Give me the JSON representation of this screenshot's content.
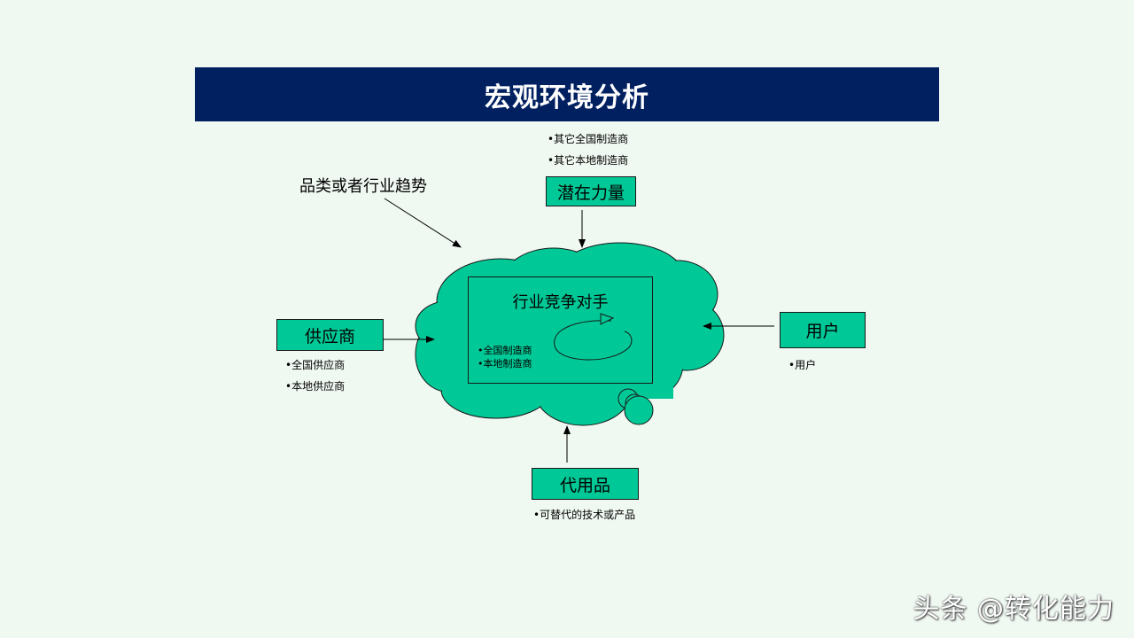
{
  "title": "宏观环境分析",
  "trend_label": "品类或者行业趋势",
  "center": {
    "title": "行业竞争对手",
    "bullets": [
      "•全国制造商",
      "•本地制造商"
    ]
  },
  "potential": {
    "label": "潜在力量",
    "bullets": [
      "•其它全国制造商",
      "•其它本地制造商"
    ]
  },
  "supplier": {
    "label": "供应商",
    "bullets": [
      "•全国供应商",
      "•本地供应商"
    ]
  },
  "user": {
    "label": "用户",
    "bullets": [
      "•用户"
    ]
  },
  "substitute": {
    "label": "代用品",
    "bullets": [
      "•可替代的技术或产品"
    ]
  },
  "watermark": "头条 @转化能力",
  "colors": {
    "title_bar": "#002060",
    "cloud": "#00c896",
    "background": "#f0f8f2"
  }
}
